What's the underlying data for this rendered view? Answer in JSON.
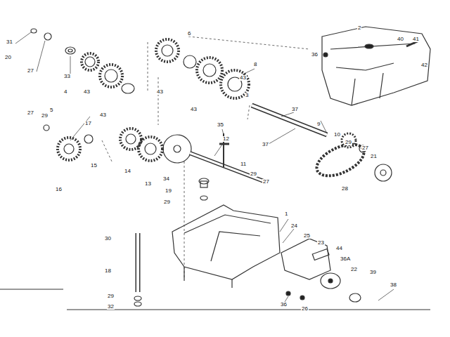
{
  "diagram": {
    "labels": [
      "31",
      "20",
      "27",
      "33",
      "4",
      "43",
      "43",
      "5",
      "27",
      "29",
      "17",
      "15",
      "14",
      "16",
      "13",
      "6",
      "8",
      "43",
      "43",
      "43",
      "3",
      "37",
      "37",
      "9",
      "10",
      "29",
      "27",
      "21",
      "36",
      "2",
      "40",
      "41",
      "42",
      "35",
      "12",
      "11",
      "29",
      "27",
      "28",
      "34",
      "19",
      "29",
      "1",
      "24",
      "25",
      "23",
      "44",
      "36A",
      "22",
      "39",
      "38",
      "30",
      "18",
      "29",
      "32",
      "36",
      "26"
    ]
  }
}
